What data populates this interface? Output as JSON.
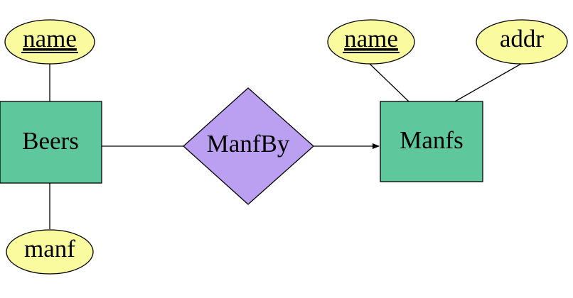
{
  "colors": {
    "entity_fill": "#5ec79c",
    "relationship_fill": "#bb9ff0",
    "attribute_fill": "#fafa9e",
    "line": "#000000",
    "background": "#ffffff"
  },
  "entities": {
    "beers": "Beers",
    "manfs": "Manfs"
  },
  "relationship": {
    "label": "ManfBy"
  },
  "attributes": {
    "beers_name": "name",
    "beers_manf": "manf",
    "manfs_name": "name",
    "manfs_addr": "addr"
  }
}
